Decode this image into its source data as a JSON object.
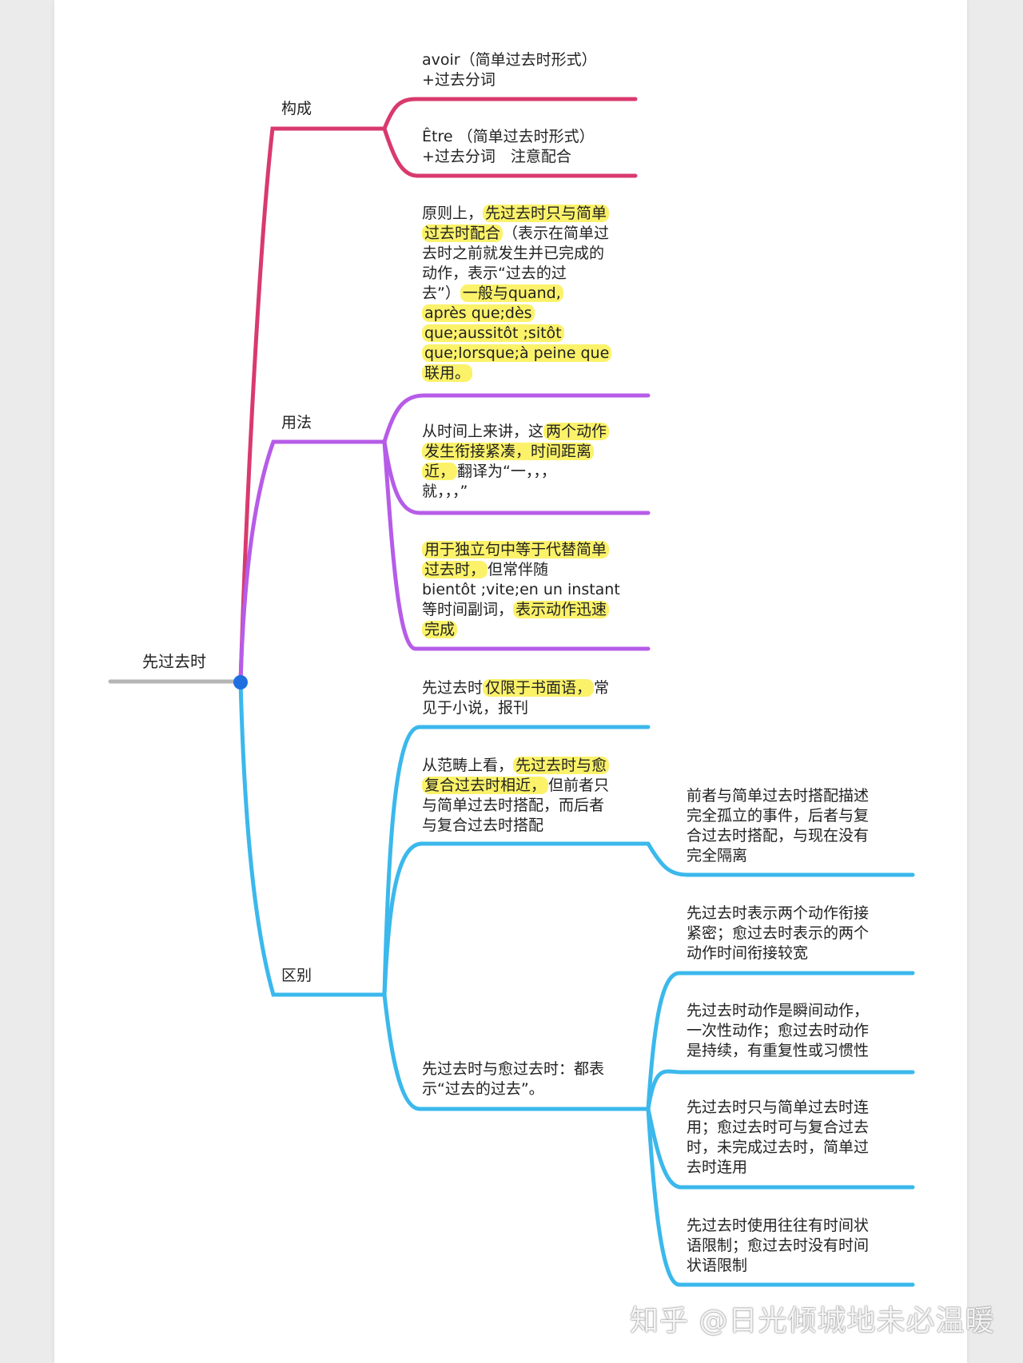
{
  "colors": {
    "pink": "#d93a6e",
    "purple": "#b65ce8",
    "blue": "#3bb8ec",
    "root_line": "#b5b5b5",
    "root_dot": "#1f6fe0",
    "highlight": "#fbf26a"
  },
  "root": {
    "label": "先过去时"
  },
  "branches": {
    "goucheng": {
      "label": "构成",
      "items": [
        {
          "lines": [
            [
              "avoir（简单过去时形式）"
            ],
            [
              "+过去分词"
            ]
          ]
        },
        {
          "lines": [
            [
              "Être （简单过去时形式）"
            ],
            [
              "+过去分词　注意配合"
            ]
          ]
        }
      ]
    },
    "yongfa": {
      "label": "用法",
      "items": [
        {
          "lines": [
            [
              "原则上，",
              {
                "hl": "先过去时只与简单"
              }
            ],
            [
              {
                "hl": "过去时配合"
              },
              "（表示在简单过"
            ],
            [
              "去时之前就发生并已完成的"
            ],
            [
              "动作，表示“过去的过"
            ],
            [
              "去”）",
              {
                "hl": "一般与quand,"
              }
            ],
            [
              {
                "hl": "après que;dès"
              }
            ],
            [
              {
                "hl": "que;aussitôt ;sitôt"
              }
            ],
            [
              {
                "hl": "que;lorsque;à peine que"
              }
            ],
            [
              {
                "hl": "联用。"
              }
            ]
          ]
        },
        {
          "lines": [
            [
              "从时间上来讲，这",
              {
                "hl": "两个动作"
              }
            ],
            [
              {
                "hl": "发生衔接紧凑，时间距离"
              }
            ],
            [
              {
                "hl": "近，"
              },
              "翻译为“一，，，"
            ],
            [
              "就，，，”"
            ]
          ]
        },
        {
          "lines": [
            [
              {
                "hl": "用于独立句中等于代替简单"
              }
            ],
            [
              {
                "hl": "过去时，"
              },
              "但常伴随"
            ],
            [
              "bientôt ;vite;en un instant"
            ],
            [
              "等时间副词，",
              {
                "hl": "表示动作迅速"
              }
            ],
            [
              {
                "hl": "完成"
              }
            ]
          ]
        }
      ]
    },
    "qubie": {
      "label": "区别",
      "items": [
        {
          "lines": [
            [
              "先过去时",
              {
                "hl": "仅限于书面语，"
              },
              "常"
            ],
            [
              "见于小说，报刊"
            ]
          ]
        },
        {
          "lines": [
            [
              "从范畴上看，",
              {
                "hl": "先过去时与愈"
              }
            ],
            [
              {
                "hl": "复合过去时相近，"
              },
              "但前者只"
            ],
            [
              "与简单过去时搭配，而后者"
            ],
            [
              "与复合过去时搭配"
            ]
          ]
        },
        {
          "lines": [
            [
              "先过去时与愈过去时：都表"
            ],
            [
              "示“过去的过去”。"
            ]
          ]
        }
      ],
      "sub_items": [
        {
          "lines": [
            [
              "前者与简单过去时搭配描述"
            ],
            [
              "完全孤立的事件，后者与复"
            ],
            [
              "合过去时搭配，与现在没有"
            ],
            [
              "完全隔离"
            ]
          ]
        },
        {
          "lines": [
            [
              "先过去时表示两个动作衔接"
            ],
            [
              "紧密；愈过去时表示的两个"
            ],
            [
              "动作时间衔接较宽"
            ]
          ]
        },
        {
          "lines": [
            [
              "先过去时动作是瞬间动作，"
            ],
            [
              "一次性动作；愈过去时动作"
            ],
            [
              "是持续，有重复性或习惯性"
            ]
          ]
        },
        {
          "lines": [
            [
              "先过去时只与简单过去时连"
            ],
            [
              "用；愈过去时可与复合过去"
            ],
            [
              "时，未完成过去时，简单过"
            ],
            [
              "去时连用"
            ]
          ]
        },
        {
          "lines": [
            [
              "先过去时使用往往有时间状"
            ],
            [
              "语限制；愈过去时没有时间"
            ],
            [
              "状语限制"
            ]
          ]
        }
      ]
    }
  },
  "watermark": "知乎 @日光倾城地未必温暖"
}
